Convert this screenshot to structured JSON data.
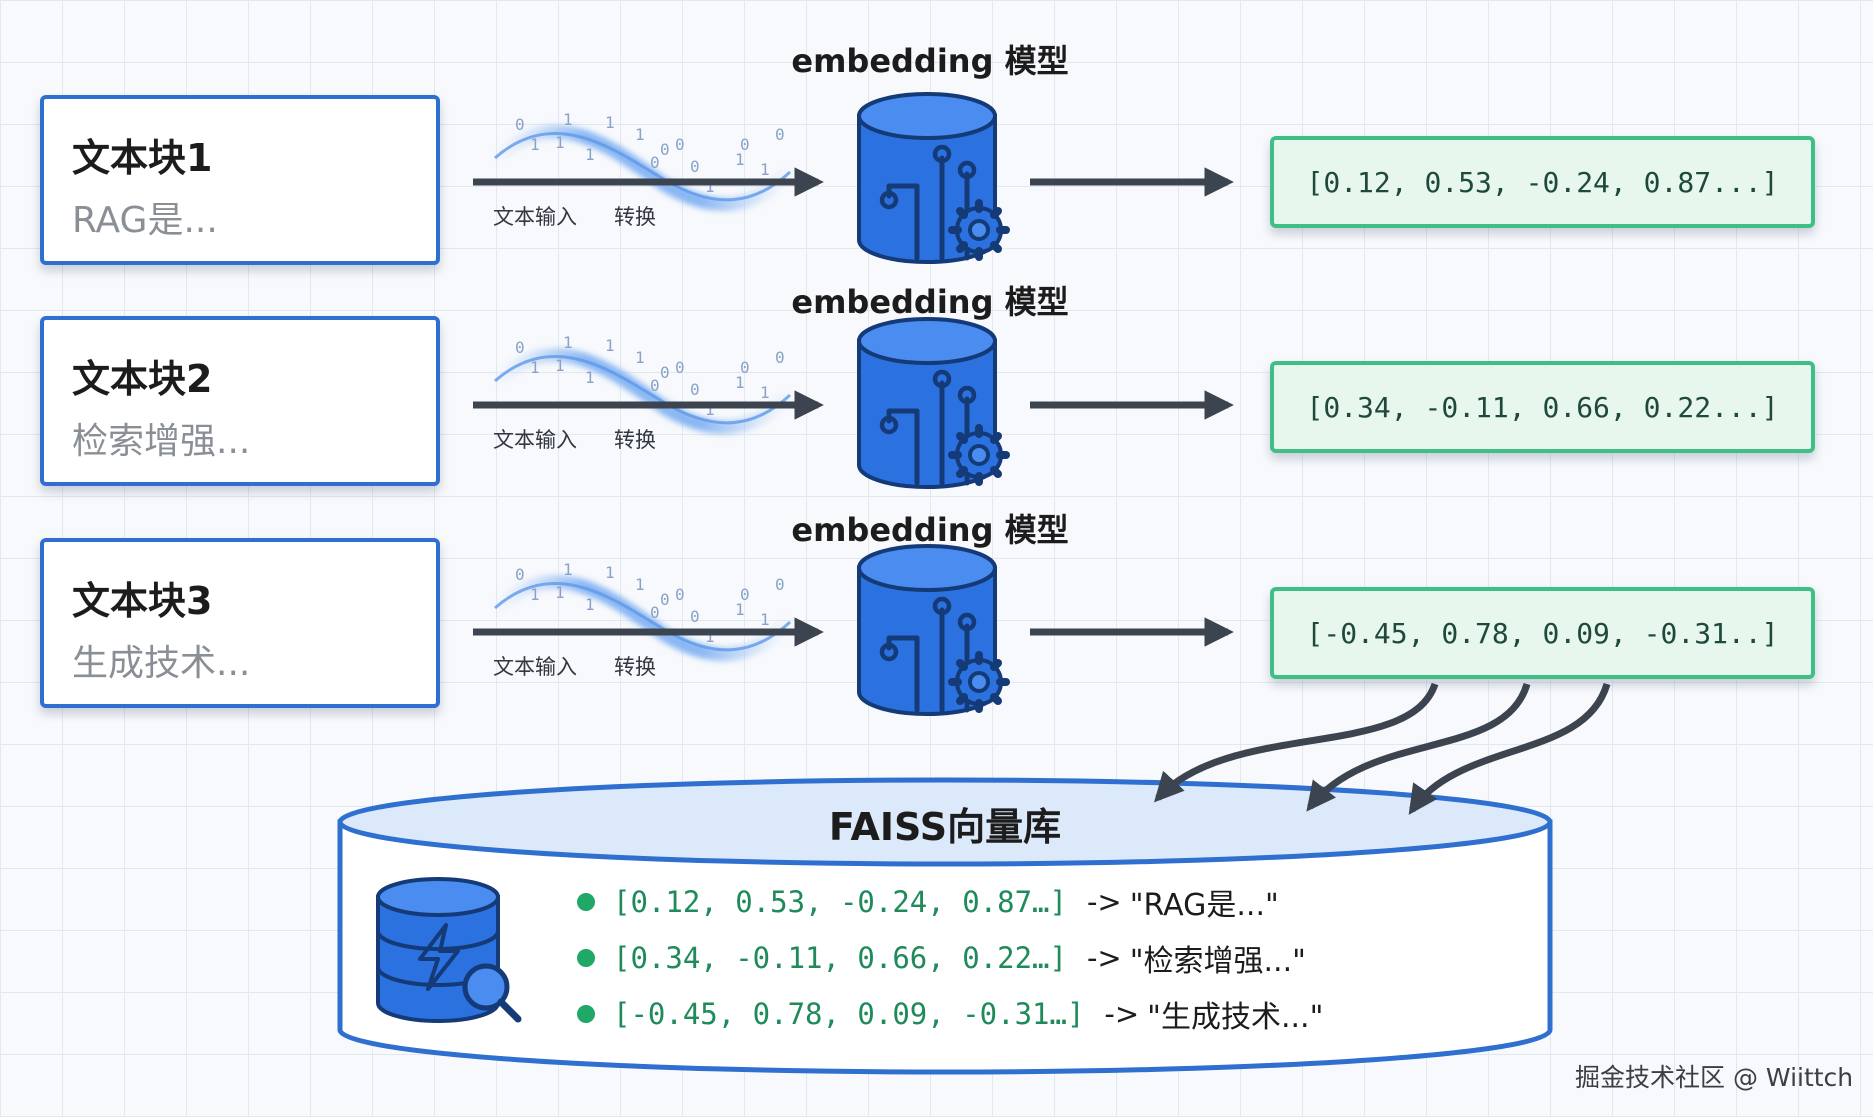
{
  "pipeline": [
    {
      "block_title": "文本块1",
      "block_snippet": "RAG是...",
      "input_label": "文本输入",
      "convert_label": "转换",
      "model_label": "embedding 模型",
      "vector": "[0.12, 0.53, -0.24, 0.87...]"
    },
    {
      "block_title": "文本块2",
      "block_snippet": "检索增强...",
      "input_label": "文本输入",
      "convert_label": "转换",
      "model_label": "embedding 模型",
      "vector": "[0.34, -0.11, 0.66, 0.22...]"
    },
    {
      "block_title": "文本块3",
      "block_snippet": "生成技术...",
      "input_label": "文本输入",
      "convert_label": "转换",
      "model_label": "embedding 模型",
      "vector": "[-0.45, 0.78, 0.09, -0.31..]"
    }
  ],
  "binary_digits": [
    "0",
    "1",
    "1",
    "1",
    "0",
    "0",
    "1",
    "0",
    "1",
    "1",
    "1",
    "0",
    "0",
    "1",
    "0",
    "1"
  ],
  "store": {
    "title": "FAISS向量库",
    "arrow_text": "->",
    "entries": [
      {
        "vector": "[0.12, 0.53, -0.24, 0.87…]",
        "text": "\"RAG是...\""
      },
      {
        "vector": "[0.34, -0.11, 0.66, 0.22…]",
        "text": "\"检索增强...\""
      },
      {
        "vector": "[-0.45, 0.78, 0.09, -0.31…]",
        "text": "\"生成技术...\""
      }
    ]
  },
  "watermark": "掘金技术社区 @ Wiittch",
  "colors": {
    "block_border": "#2f6fcf",
    "model_fill": "#2b72e0",
    "vector_border": "#3fbf86",
    "vector_fill": "#e7f7ee",
    "store_fill": "#dbe9fb",
    "dot": "#22a866",
    "arrow": "#3c4450"
  }
}
